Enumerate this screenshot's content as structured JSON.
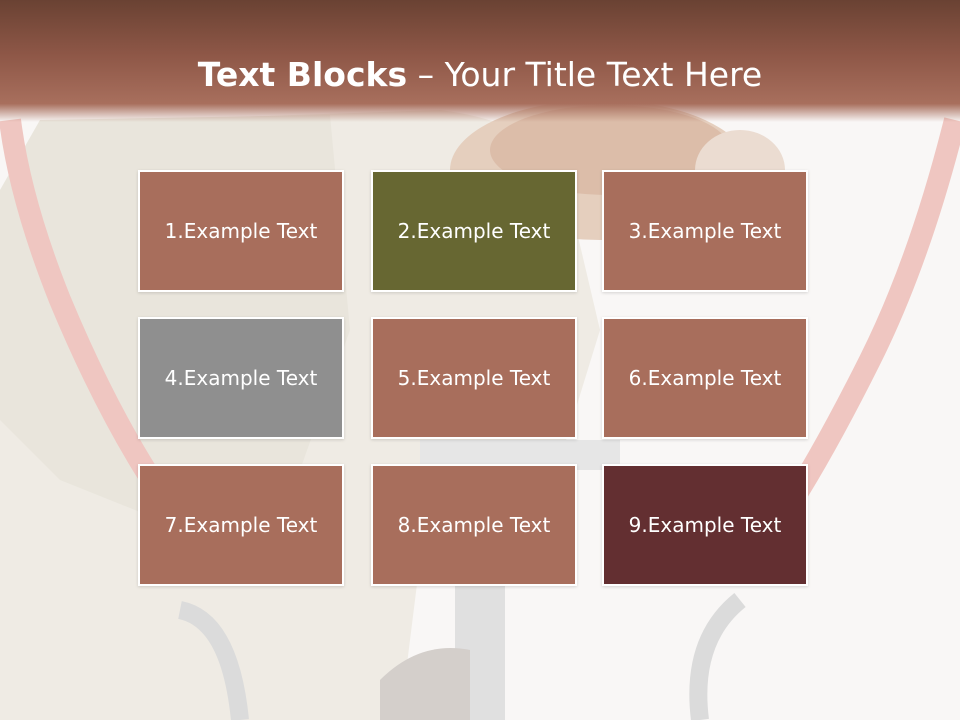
{
  "slide": {
    "title_bold": "Text Blocks",
    "title_dash": " – ",
    "title_rest": "Your Title Text Here"
  },
  "blocks": [
    {
      "label": "1.Example Text",
      "color": "#a86e5c"
    },
    {
      "label": "2.Example Text",
      "color": "#676732"
    },
    {
      "label": "3.Example Text",
      "color": "#a86e5c"
    },
    {
      "label": "4.Example Text",
      "color": "#8f8f8f"
    },
    {
      "label": "5.Example Text",
      "color": "#a86e5c"
    },
    {
      "label": "6.Example Text",
      "color": "#a86e5c"
    },
    {
      "label": "7.Example Text",
      "color": "#a86e5c"
    },
    {
      "label": "8.Example Text",
      "color": "#a86e5c"
    },
    {
      "label": "9.Example Text",
      "color": "#632f31"
    }
  ],
  "colors": {
    "header": "#8e5747",
    "block_text": "#ffffff"
  }
}
